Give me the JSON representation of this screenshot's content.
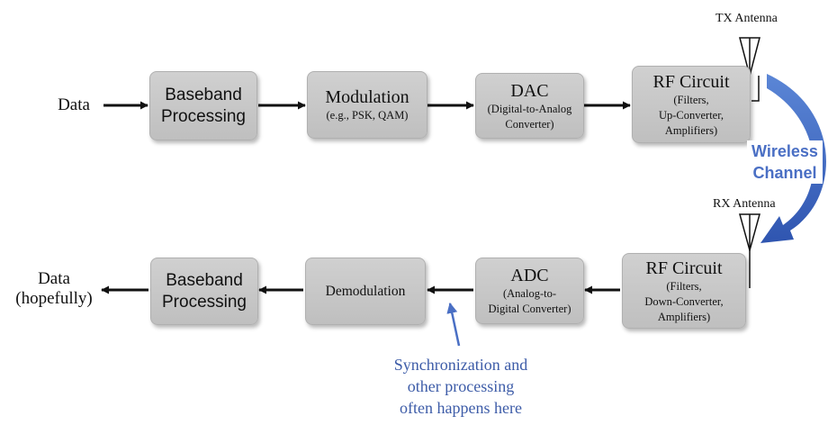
{
  "tx": {
    "input_label": "Data",
    "antenna_label": "TX Antenna",
    "blocks": [
      {
        "title": "Baseband",
        "title2": "Processing"
      },
      {
        "title": "Modulation",
        "subtitle": "(e.g., PSK, QAM)"
      },
      {
        "title": "DAC",
        "subtitle": "(Digital-to-Analog",
        "subtitle2": "Converter)"
      },
      {
        "title": "RF Circuit",
        "subtitle": "(Filters,",
        "subtitle2": "Up-Converter,",
        "subtitle3": "Amplifiers)"
      }
    ]
  },
  "channel": {
    "line1": "Wireless",
    "line2": "Channel"
  },
  "rx": {
    "antenna_label": "RX Antenna",
    "output_label": "Data",
    "output_label2": "(hopefully)",
    "blocks": [
      {
        "title": "RF Circuit",
        "subtitle": "(Filters,",
        "subtitle2": "Down-Converter,",
        "subtitle3": "Amplifiers)"
      },
      {
        "title": "ADC",
        "subtitle": "(Analog-to-",
        "subtitle2": "Digital Converter)"
      },
      {
        "title": "Demodulation"
      },
      {
        "title": "Baseband",
        "title2": "Processing"
      }
    ]
  },
  "note": {
    "line1": "Synchronization and",
    "line2": "other processing",
    "line3": "often happens here"
  },
  "colors": {
    "block_fill": "#c8c8c8",
    "accent_blue": "#4a6fc4",
    "note_blue": "#3d5ca8"
  }
}
